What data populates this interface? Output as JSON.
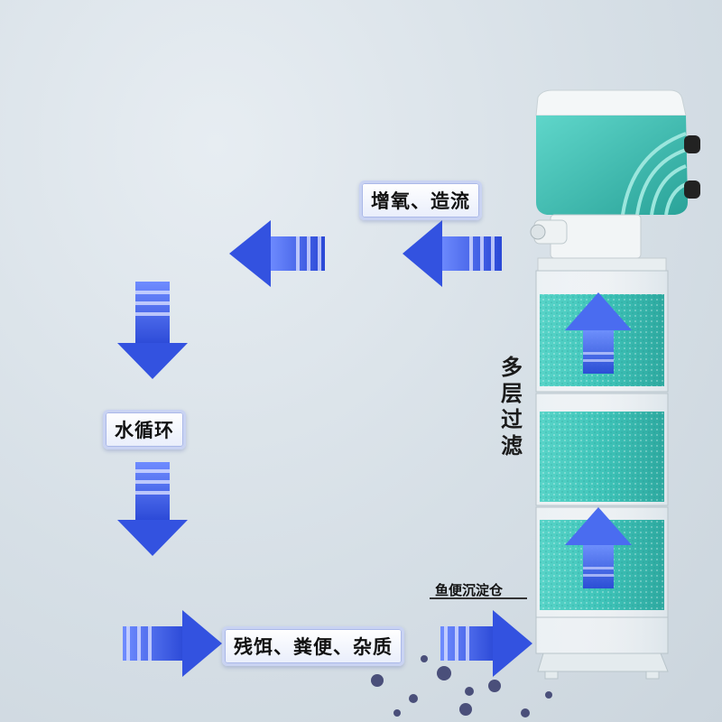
{
  "labels": {
    "oxygen": "增氧、造流",
    "circulation": "水循环",
    "debris": "残饵、粪便、杂质",
    "multilayer": "多层过滤",
    "sediment": "鱼便沉淀仓"
  },
  "colors": {
    "arrow": "#3a5fe0",
    "sponge": "#3fc4b9",
    "pump_head": "#3bbcb0",
    "background": "#d6dfe6"
  },
  "icons": [
    "flow-arrow-icon",
    "filter-sponge",
    "water-pump",
    "debris-particle"
  ]
}
